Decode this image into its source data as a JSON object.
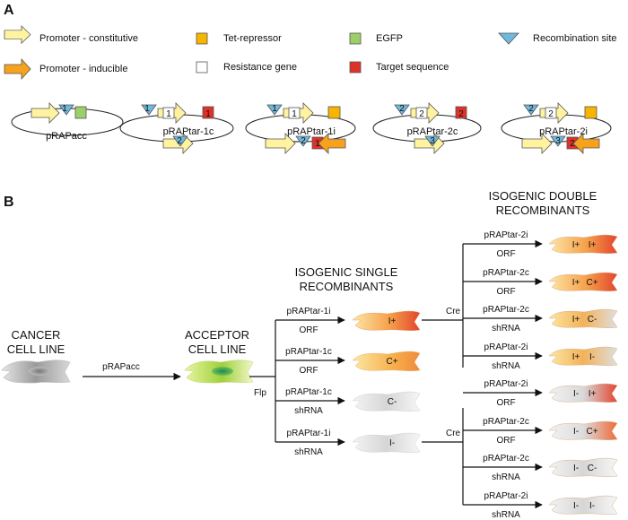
{
  "panels": {
    "a": "A",
    "b": "B"
  },
  "legend": [
    {
      "id": "promoter-constitutive",
      "label": "Promoter - constitutive"
    },
    {
      "id": "promoter-inducible",
      "label": "Promoter - inducible"
    },
    {
      "id": "tet-repressor",
      "label": "Tet-repressor"
    },
    {
      "id": "resistance-gene",
      "label": "Resistance gene"
    },
    {
      "id": "egfp",
      "label": "EGFP"
    },
    {
      "id": "target-sequence",
      "label": "Target sequence"
    },
    {
      "id": "recombination-site",
      "label": "Recombination site"
    }
  ],
  "plasmids": [
    {
      "name": "pRAPacc",
      "marks": [
        "1"
      ]
    },
    {
      "name": "pRAPtar-1c",
      "marks": [
        "1",
        "1",
        "1",
        "2"
      ]
    },
    {
      "name": "pRAPtar-1i",
      "marks": [
        "1",
        "1",
        "2",
        "1"
      ]
    },
    {
      "name": "pRAPtar-2c",
      "marks": [
        "2",
        "2",
        "2",
        "3"
      ]
    },
    {
      "name": "pRAPtar-2i",
      "marks": [
        "2",
        "2",
        "3",
        "2"
      ]
    }
  ],
  "flow": {
    "cancer": [
      "CANCER",
      "CELL LINE"
    ],
    "acceptor": [
      "ACCEPTOR",
      "CELL LINE"
    ],
    "pRAPacc_label": "pRAPacc",
    "flp": "Flp",
    "cre": "Cre",
    "single_heading": [
      "ISOGENIC SINGLE",
      "RECOMBINANTS"
    ],
    "double_heading": [
      "ISOGENIC DOUBLE",
      "RECOMBINANTS"
    ]
  },
  "single": [
    {
      "plasmid": "pRAPtar-1i",
      "type": "ORF",
      "cell": "I+"
    },
    {
      "plasmid": "pRAPtar-1c",
      "type": "ORF",
      "cell": "C+"
    },
    {
      "plasmid": "pRAPtar-1c",
      "type": "shRNA",
      "cell": "C-"
    },
    {
      "plasmid": "pRAPtar-1i",
      "type": "shRNA",
      "cell": "I-"
    }
  ],
  "double": [
    {
      "plasmid": "pRAPtar-2i",
      "type": "ORF",
      "cell": [
        "I+",
        "I+"
      ]
    },
    {
      "plasmid": "pRAPtar-2c",
      "type": "ORF",
      "cell": [
        "I+",
        "C+"
      ]
    },
    {
      "plasmid": "pRAPtar-2c",
      "type": "shRNA",
      "cell": [
        "I+",
        "C-"
      ]
    },
    {
      "plasmid": "pRAPtar-2i",
      "type": "shRNA",
      "cell": [
        "I+",
        "I-"
      ]
    },
    {
      "plasmid": "pRAPtar-2i",
      "type": "ORF",
      "cell": [
        "I-",
        "I+"
      ]
    },
    {
      "plasmid": "pRAPtar-2c",
      "type": "ORF",
      "cell": [
        "I-",
        "C+"
      ]
    },
    {
      "plasmid": "pRAPtar-2c",
      "type": "shRNA",
      "cell": [
        "I-",
        "C-"
      ]
    },
    {
      "plasmid": "pRAPtar-2i",
      "type": "shRNA",
      "cell": [
        "I-",
        "I-"
      ]
    }
  ],
  "colors": {
    "constitutive": "#fff3a0",
    "inducible": "#f7a21c",
    "tet": "#f7b500",
    "resistance": "#ffffff",
    "egfp": "#9ccf6a",
    "target": "#e0302a",
    "site": "#6fb8de"
  }
}
